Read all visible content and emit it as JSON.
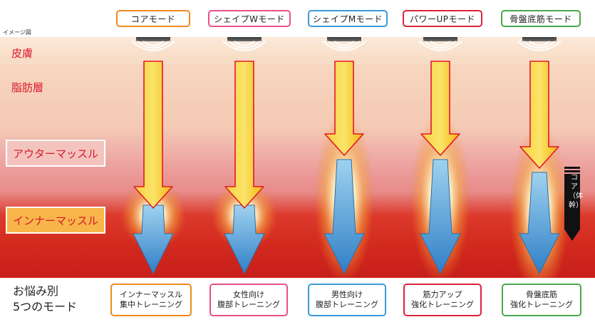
{
  "image_note": "イメージ図",
  "modes": [
    {
      "name": "コアモード",
      "color": "#f08a1c",
      "depth": "inner",
      "benefit_line1": "インナーマッスル",
      "benefit_line2": "集中トレーニング"
    },
    {
      "name": "シェイプWモード",
      "color": "#e8508c",
      "depth": "inner",
      "benefit_line1": "女性向け",
      "benefit_line2": "腹部トレーニング"
    },
    {
      "name": "シェイプMモード",
      "color": "#3a9ad9",
      "depth": "outer",
      "benefit_line1": "男性向け",
      "benefit_line2": "腹部トレーニング"
    },
    {
      "name": "パワーUPモード",
      "color": "#d9233a",
      "depth": "outer",
      "benefit_line1": "筋力アップ",
      "benefit_line2": "強化トレーニング"
    },
    {
      "name": "骨盤底筋モード",
      "color": "#49a84a",
      "depth": "deep-outer",
      "benefit_line1": "骨盤底筋",
      "benefit_line2": "強化トレーニング"
    }
  ],
  "layers": {
    "skin": "皮膚",
    "fat": "脂肪層",
    "outer_muscle": "アウターマッスル",
    "inner_muscle": "インナーマッスル"
  },
  "core_label": "コア（体幹）",
  "bottom_title_line1": "お悩み別",
  "bottom_title_line2": "5つのモード",
  "colors": {
    "yellow_arrow": "#f5c518",
    "blue_arrow": "#3f8fd2",
    "accent_red": "#d8182b"
  }
}
